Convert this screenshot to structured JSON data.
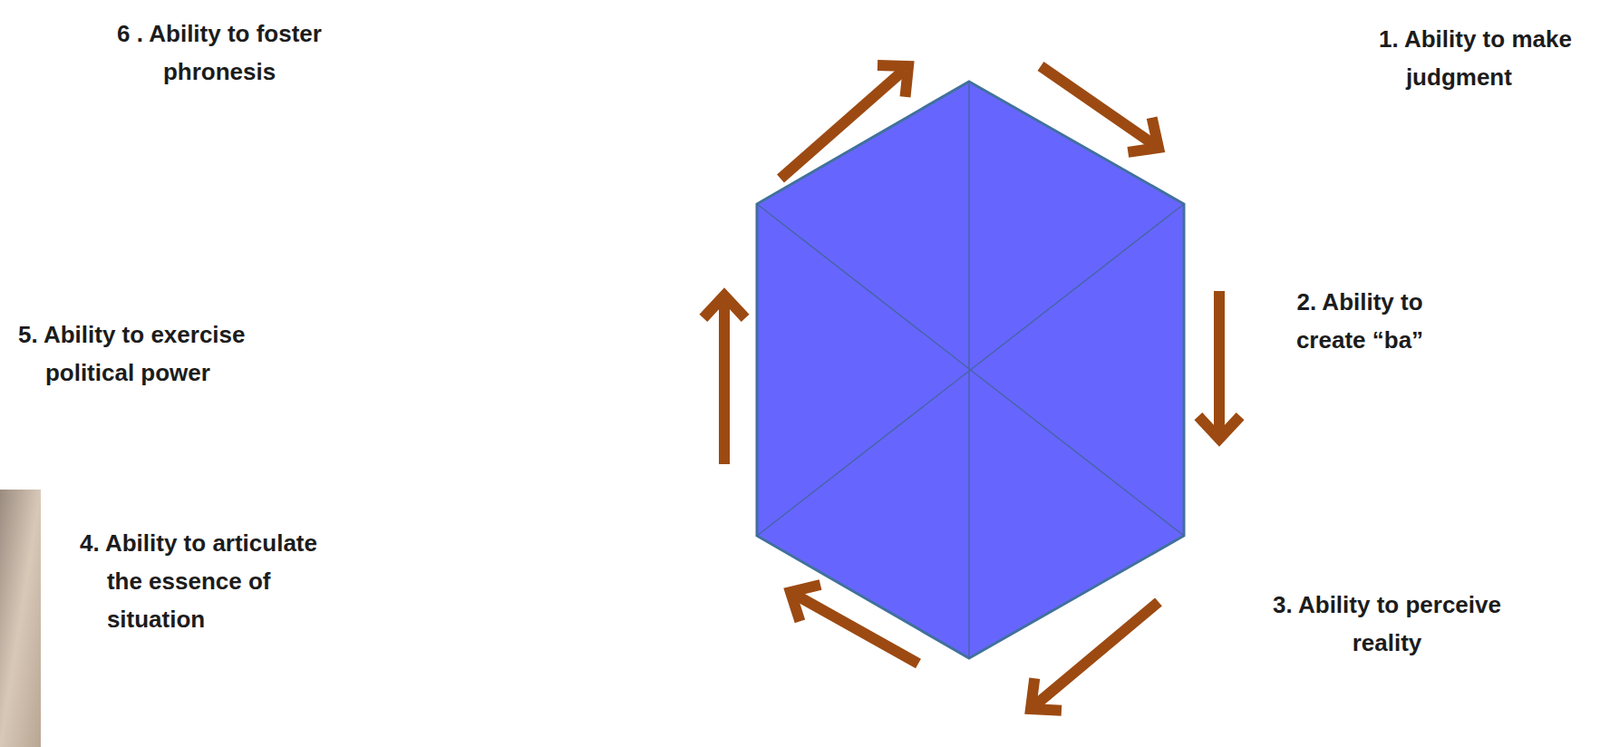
{
  "diagram": {
    "labels": [
      "6 . Ability to foster phronesis",
      "1. Ability to make judgment",
      "2. Ability to create “ba”",
      "3. Ability to perceive reality",
      "4. Ability to articulate the essence of situation",
      "5. Ability to exercise political power"
    ]
  }
}
